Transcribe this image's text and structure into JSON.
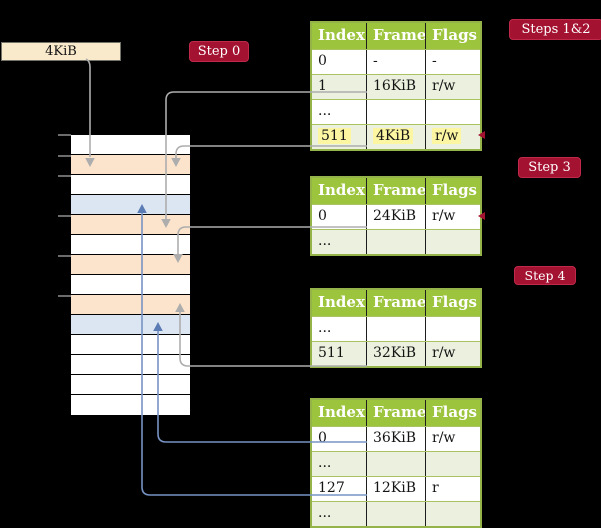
{
  "labels": {
    "page_size_box": "4KiB"
  },
  "badges": {
    "step0": {
      "label": "Step 0"
    },
    "steps12": {
      "label": "Steps 1&2"
    },
    "step3": {
      "label": "Step 3"
    },
    "step4": {
      "label": "Step 4"
    }
  },
  "memory_strip": {
    "description": "physical memory strip, 14 frames, 4KiB each",
    "rows": [
      "white",
      "orange",
      "white",
      "blue",
      "orange",
      "white",
      "orange",
      "white",
      "orange",
      "blue",
      "white",
      "white",
      "white",
      "white"
    ]
  },
  "tables": [
    {
      "id": "page-table-steps-1-2",
      "headers": [
        "Index",
        "Frame",
        "Flags"
      ],
      "rows": [
        {
          "cells": [
            "0",
            "-",
            "-"
          ],
          "shade": "white",
          "highlight": false
        },
        {
          "cells": [
            "1",
            "16KiB",
            "r/w"
          ],
          "shade": "green",
          "highlight": false
        },
        {
          "cells": [
            "...",
            "",
            ""
          ],
          "shade": "white",
          "highlight": false
        },
        {
          "cells": [
            "511",
            "4KiB",
            "r/w"
          ],
          "shade": "green",
          "highlight": true
        }
      ]
    },
    {
      "id": "page-table-step-3",
      "headers": [
        "Index",
        "Frame",
        "Flags"
      ],
      "rows": [
        {
          "cells": [
            "0",
            "24KiB",
            "r/w"
          ],
          "shade": "white",
          "highlight": false
        },
        {
          "cells": [
            "...",
            "",
            ""
          ],
          "shade": "green",
          "highlight": false
        }
      ]
    },
    {
      "id": "page-table-step-4-upper",
      "headers": [
        "Index",
        "Frame",
        "Flags"
      ],
      "rows": [
        {
          "cells": [
            "...",
            "",
            ""
          ],
          "shade": "white",
          "highlight": false
        },
        {
          "cells": [
            "511",
            "32KiB",
            "r/w"
          ],
          "shade": "green",
          "highlight": false
        }
      ]
    },
    {
      "id": "page-table-step-4-lower",
      "headers": [
        "Index",
        "Frame",
        "Flags"
      ],
      "rows": [
        {
          "cells": [
            "0",
            "36KiB",
            "r/w"
          ],
          "shade": "white",
          "highlight": false
        },
        {
          "cells": [
            "...",
            "",
            ""
          ],
          "shade": "green",
          "highlight": false
        },
        {
          "cells": [
            "127",
            "12KiB",
            "r"
          ],
          "shade": "white",
          "highlight": false
        },
        {
          "cells": [
            "...",
            "",
            ""
          ],
          "shade": "green",
          "highlight": false
        }
      ]
    }
  ],
  "connectors": [
    {
      "id": "label-to-frame",
      "from": "4KiB label",
      "to": "memory frame 2",
      "color": "gray"
    },
    {
      "id": "entry-1-16kib",
      "from": "table1 row index 1 (16KiB)",
      "to": "memory frame 5",
      "color": "gray"
    },
    {
      "id": "entry-511-4kib",
      "from": "table1 row index 511 (4KiB)",
      "to": "memory frame 2",
      "color": "gray"
    },
    {
      "id": "entry-0-24kib",
      "from": "table2 row index 0 (24KiB)",
      "to": "memory frame 7",
      "color": "gray"
    },
    {
      "id": "entry-511-32kib",
      "from": "table3 row index 511 (32KiB)",
      "to": "memory frame 9",
      "color": "gray"
    },
    {
      "id": "entry-0-36kib",
      "from": "table4 row index 0 (36KiB)",
      "to": "memory frame 10",
      "color": "blue"
    },
    {
      "id": "entry-127-12kib",
      "from": "table4 row index 127 (12KiB)",
      "to": "memory frame 4",
      "color": "blue"
    }
  ],
  "colors": {
    "background": "#000000",
    "badge_red": "#A31230",
    "table_header_green": "#9CC43D",
    "table_border_green": "#94B44A",
    "row_light_green": "#EBF1DE",
    "memory_orange": "#FCE4CC",
    "memory_blue": "#DBE6F2",
    "highlight_yellow": "#FCF6A2",
    "label_box_cream": "#FAEACC",
    "arrow_gray": "#ADADAD",
    "arrow_blue": "#7793C4"
  }
}
